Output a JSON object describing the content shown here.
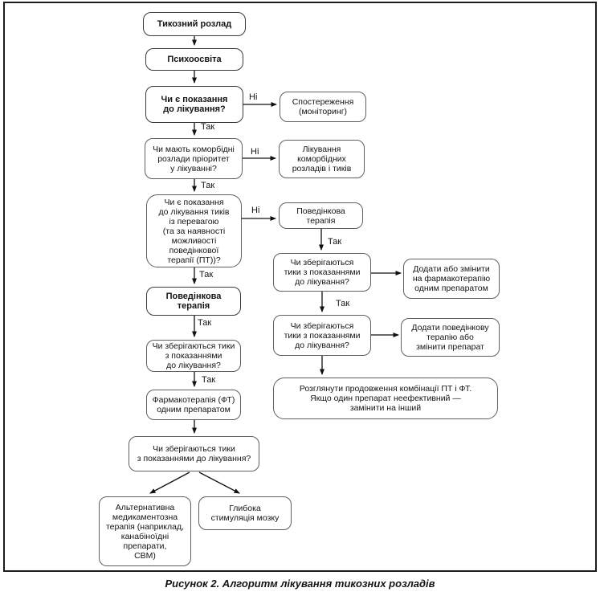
{
  "figure": {
    "caption": "Рисунок 2. Алгоритм лікування тикозних розладів"
  },
  "labels": {
    "yes": "Так",
    "no": "Ні"
  },
  "nodes": {
    "start": {
      "text": "Тикозний розлад"
    },
    "psychoeducation": {
      "text": "Психоосвіта"
    },
    "q_indication": {
      "text": "Чи є показання\nдо лікування?"
    },
    "observation": {
      "text": "Спостереження\n(моніторинг)"
    },
    "q_comorbid": {
      "text": "Чи мають коморбідні\nрозлади пріоритет\nу лікуванні?"
    },
    "treat_comorbid": {
      "text": "Лікування\nкоморбідних\nрозладів і тиків"
    },
    "q_tics_priority": {
      "text": "Чи є показання\nдо лікування тиків\nіз перевагою\n(та за наявності\nможливості\nповедінкової\nтерапії (ПТ))?"
    },
    "behavioral_right": {
      "text": "Поведінкова\nтерапія"
    },
    "q_persist_r1": {
      "text": "Чи зберігаються\nтики з показаннями\nдо лікування?"
    },
    "add_pharma": {
      "text": "Додати або змінити\nна фармакотерапію\nодним препаратом"
    },
    "q_persist_r2": {
      "text": "Чи зберігаються\nтики з показаннями\nдо лікування?"
    },
    "add_behavioral": {
      "text": "Додати поведінкову\nтерапію або\nзмінити препарат"
    },
    "combination": {
      "text": "Розглянути продовження комбінації ПТ і ФТ.\nЯкщо один препарат неефективний —\nзамінити на інший"
    },
    "behavioral_left": {
      "text": "Поведінкова\nтерапія"
    },
    "q_persist_l1": {
      "text": "Чи зберігаються тики\nз показаннями\nдо лікування?"
    },
    "pharmacotherapy": {
      "text": "Фармакотерапія (ФТ)\nодним препаратом"
    },
    "q_persist_l2": {
      "text": "Чи зберігаються тики\nз показаннями до лікування?"
    },
    "alternative": {
      "text": "Альтернативна\nмедикаментозна\nтерапія (наприклад,\nканабіноїдні\nпрепарати,\nСВМ)"
    },
    "dbs": {
      "text": "Глибока\nстимуляція мозку"
    }
  }
}
